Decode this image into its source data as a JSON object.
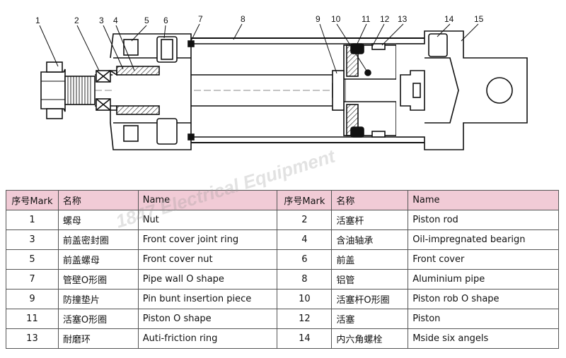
{
  "callouts": [
    "1",
    "2",
    "3",
    "4",
    "5",
    "6",
    "7",
    "8",
    "9",
    "10",
    "11",
    "12",
    "13",
    "14",
    "15"
  ],
  "watermark": "1847 Electrical Equipment",
  "table": {
    "headers": {
      "mark": "序号Mark",
      "name_cn": "名称",
      "name_en": "Name"
    },
    "rows": [
      {
        "left": {
          "mark": "1",
          "cn": "螺母",
          "en": "Nut"
        },
        "right": {
          "mark": "2",
          "cn": "活塞杆",
          "en": "Piston rod"
        }
      },
      {
        "left": {
          "mark": "3",
          "cn": "前盖密封圈",
          "en": "Front cover joint ring"
        },
        "right": {
          "mark": "4",
          "cn": "含油轴承",
          "en": "Oil-impregnated bearign"
        }
      },
      {
        "left": {
          "mark": "5",
          "cn": "前盖螺母",
          "en": "Front cover nut"
        },
        "right": {
          "mark": "6",
          "cn": "前盖",
          "en": "Front cover"
        }
      },
      {
        "left": {
          "mark": "7",
          "cn": "管壁O形圈",
          "en": "Pipe wall O shape"
        },
        "right": {
          "mark": "8",
          "cn": "铝管",
          "en": "Aluminium pipe"
        }
      },
      {
        "left": {
          "mark": "9",
          "cn": "防撞垫片",
          "en": "Pin bunt insertion piece"
        },
        "right": {
          "mark": "10",
          "cn": "活塞杆O形圈",
          "en": "Piston rob O shape"
        }
      },
      {
        "left": {
          "mark": "11",
          "cn": "活塞O形圈",
          "en": "Piston O shape"
        },
        "right": {
          "mark": "12",
          "cn": "活塞",
          "en": "Piston"
        }
      },
      {
        "left": {
          "mark": "13",
          "cn": "耐磨环",
          "en": "Auti-friction ring"
        },
        "right": {
          "mark": "14",
          "cn": "内六角螺栓",
          "en": "Mside six angels"
        }
      }
    ]
  }
}
